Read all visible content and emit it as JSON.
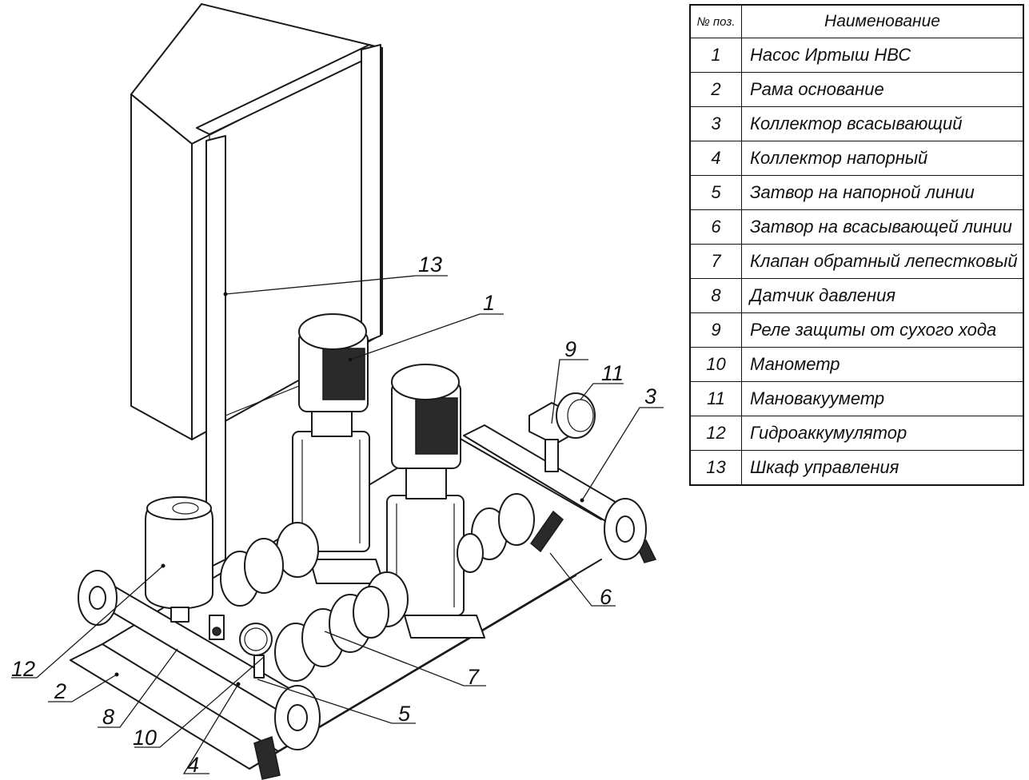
{
  "table": {
    "headers": {
      "number": "№ поз.",
      "name": "Наименование"
    },
    "rows": [
      {
        "number": "1",
        "name": "Насос Иртыш НВС"
      },
      {
        "number": "2",
        "name": "Рама основание"
      },
      {
        "number": "3",
        "name": "Коллектор всасывающий"
      },
      {
        "number": "4",
        "name": "Коллектор напорный"
      },
      {
        "number": "5",
        "name": "Затвор на напорной линии"
      },
      {
        "number": "6",
        "name": "Затвор на всасывающей линии"
      },
      {
        "number": "7",
        "name": "Клапан обратный лепестковый"
      },
      {
        "number": "8",
        "name": "Датчик давления"
      },
      {
        "number": "9",
        "name": "Реле защиты от сухого хода"
      },
      {
        "number": "10",
        "name": "Манометр"
      },
      {
        "number": "11",
        "name": "Мановакууметр"
      },
      {
        "number": "12",
        "name": "Гидроаккумулятор"
      },
      {
        "number": "13",
        "name": "Шкаф управления"
      }
    ]
  },
  "callouts": [
    "1",
    "2",
    "3",
    "4",
    "5",
    "6",
    "7",
    "8",
    "9",
    "10",
    "11",
    "12",
    "13"
  ]
}
